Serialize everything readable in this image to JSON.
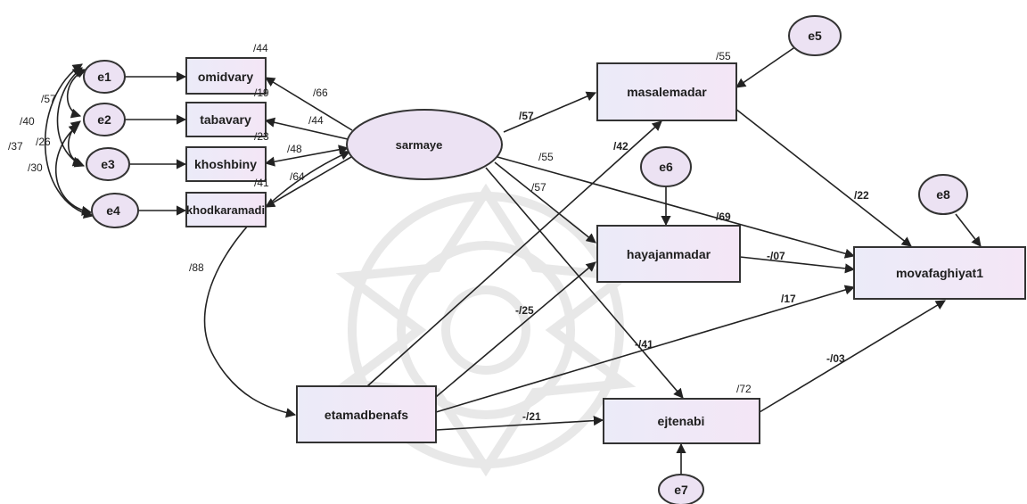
{
  "nodes": {
    "e1": "e1",
    "e2": "e2",
    "e3": "e3",
    "e4": "e4",
    "e5": "e5",
    "e6": "e6",
    "e7": "e7",
    "e8": "e8",
    "omidvary": "omidvary",
    "tabavary": "tabavary",
    "khoshbiny": "khoshbiny",
    "khodkaramadi": "khodkaramadi",
    "sarmaye": "sarmaye",
    "masalemadar": "masalemadar",
    "hayajanmadar": "hayajanmadar",
    "movafaghiyat1": "movafaghiyat1",
    "etamadbenafs": "etamadbenafs",
    "ejtenabi": "ejtenabi"
  },
  "r2": {
    "omidvary": "/44",
    "tabavary": "/19",
    "khoshbiny": "/23",
    "khodkaramadi": "/41",
    "masalemadar": "/55",
    "hayajanmadar": "/69",
    "ejtenabi": "/72"
  },
  "loadings": {
    "omidvary": "/66",
    "tabavary": "/44",
    "khoshbiny": "/48",
    "khodkaramadi": "/64"
  },
  "error_covariances": {
    "e1_e2": "/57",
    "e1_e3": "/40",
    "e2_e3": "/26",
    "e1_e4": "/37",
    "e2_e4": "/30"
  },
  "paths": {
    "sarmaye_etamadbenafs": "/88",
    "sarmaye_masalemadar": "/57",
    "sarmaye_movafaghiyat1": "/55",
    "sarmaye_hayajanmadar": "/57",
    "sarmaye_ejtenabi": "-/41",
    "etamadbenafs_masalemadar": "/42",
    "etamadbenafs_hayajanmadar": "-/25",
    "etamadbenafs_movafaghiyat1": "/17",
    "etamadbenafs_ejtenabi": "-/21",
    "masalemadar_movafaghiyat1": "/22",
    "hayajanmadar_movafaghiyat1": "-/07",
    "ejtenabi_movafaghiyat1": "-/03"
  }
}
